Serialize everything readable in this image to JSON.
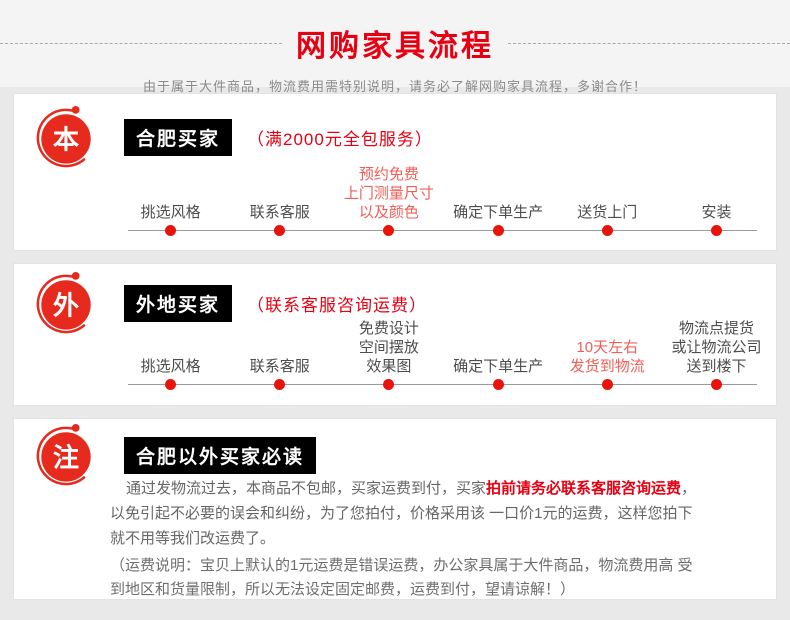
{
  "page": {
    "title": "网购家具流程",
    "subtitle": "由于属于大件商品，物流费用需特别说明，请务必了解网购家具流程，多谢合作！"
  },
  "colors": {
    "accent_red": "#e60012",
    "highlight_red": "#ef5f58",
    "dot_red": "#e81309",
    "title_box_bg": "#000000",
    "page_bg": "#e9e9e9",
    "card_bg": "#ffffff"
  },
  "cards": [
    {
      "badge": "本",
      "title": "合肥买家",
      "note": "（满2000元全包服务）",
      "steps": [
        {
          "lines": [
            "挑选风格"
          ]
        },
        {
          "lines": [
            "联系客服"
          ]
        },
        {
          "lines": [
            "预约免费",
            "上门测量尺寸",
            "以及颜色"
          ],
          "highlight": true
        },
        {
          "lines": [
            "确定下单生产"
          ]
        },
        {
          "lines": [
            "送货上门"
          ]
        },
        {
          "lines": [
            "安装"
          ]
        }
      ]
    },
    {
      "badge": "外",
      "title": "外地买家",
      "note": "（联系客服咨询运费）",
      "steps": [
        {
          "lines": [
            "挑选风格"
          ]
        },
        {
          "lines": [
            "联系客服"
          ]
        },
        {
          "lines": [
            "免费设计",
            "空间摆放",
            "效果图"
          ]
        },
        {
          "lines": [
            "确定下单生产"
          ]
        },
        {
          "lines": [
            "10天左右",
            "发货到物流"
          ],
          "highlight": true
        },
        {
          "lines": [
            "物流点提货",
            "或让物流公司",
            "送到楼下"
          ]
        }
      ]
    },
    {
      "badge": "注",
      "title": "合肥以外买家必读",
      "paragraph1": {
        "pre": "通过发物流过去，本商品不包邮，买家运费到付，买家",
        "highlight": "拍前请务必联系客服咨询运费",
        "post": "，以免引起不必要的误会和纠纷，为了您拍付，价格采用该 一口价1元的运费，这样您拍下就不用等我们改运费了。"
      },
      "paragraph2": "（运费说明：宝贝上默认的1元运费是错误运费，办公家具属于大件商品，物流费用高 受到地区和货量限制，所以无法设定固定邮费，运费到付，望请谅解！）"
    }
  ]
}
